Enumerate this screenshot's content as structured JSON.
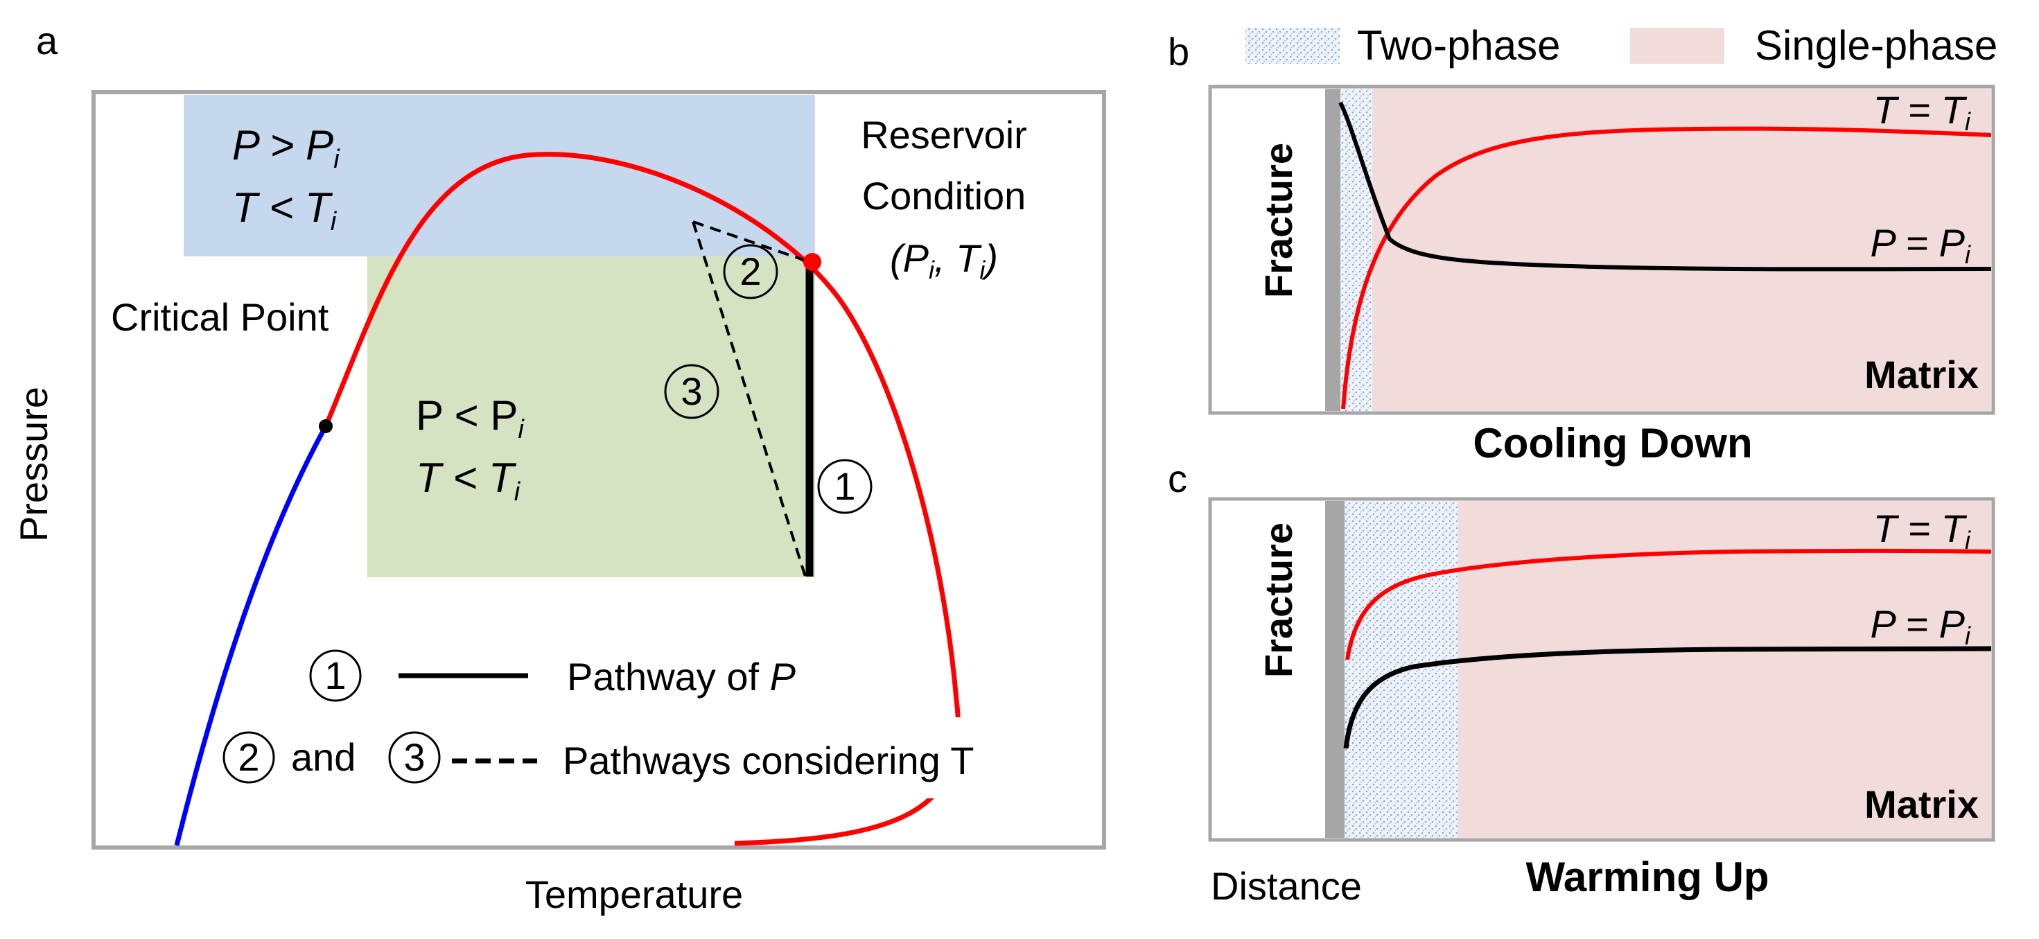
{
  "panel_a": {
    "label": "a",
    "x_axis_label": "Temperature",
    "y_axis_label": "Pressure",
    "region_high": {
      "line1_main": "P > P",
      "line1_sub": "i",
      "line2_main": "T < T",
      "line2_sub": "i"
    },
    "region_low": {
      "line1_main": "P < P",
      "line1_sub": "i",
      "line2_main": "T < T",
      "line2_sub": "i"
    },
    "critical_point_label": "Critical Point",
    "reservoir_line1": "Reservoir",
    "reservoir_line2": "Condition",
    "reservoir_line3": {
      "open": "(P",
      "sub1": "i",
      "mid": ", T",
      "sub2": "i",
      "close": ")"
    },
    "pathway_markers": [
      "1",
      "2",
      "3"
    ],
    "legend": {
      "solid": {
        "symbol": "1",
        "text": "Pathway of ",
        "italic": "P"
      },
      "dashed": {
        "symbol_a": "2",
        "and": "and",
        "symbol_b": "3",
        "text": "Pathways considering T"
      }
    },
    "colors": {
      "bubble_curve": "#ff0000",
      "dew_curve": "#0000ff",
      "high_region": "#c5d8ee",
      "low_region": "#d6e3c3",
      "reservoir_point": "#ff0000"
    }
  },
  "panel_b": {
    "label": "b",
    "fracture_label": "Fracture",
    "matrix_label": "Matrix",
    "caption": "Cooling Down",
    "curve_T": {
      "main": "T = T",
      "sub": "i"
    },
    "curve_P": {
      "main": "P = P",
      "sub": "i"
    }
  },
  "panel_c": {
    "label": "c",
    "fracture_label": "Fracture",
    "matrix_label": "Matrix",
    "caption": "Warming Up",
    "x_label": "Distance",
    "curve_T": {
      "main": "T = T",
      "sub": "i"
    },
    "curve_P": {
      "main": "P = P",
      "sub": "i"
    }
  },
  "legend_top": {
    "two_phase": "Two-phase",
    "single_phase": "Single-phase",
    "colors": {
      "two_phase": "#dce6f2",
      "single_phase": "#f2dcdb"
    }
  }
}
